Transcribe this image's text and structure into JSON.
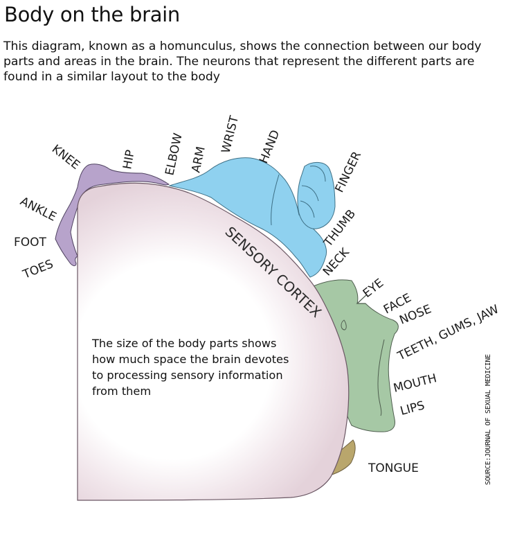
{
  "title": "Body on the brain",
  "subtitle": "This diagram, known as a homunculus, shows the connection between our body parts and areas in the brain. The neurons that represent the different parts are found in a similar layout to the body",
  "note": "The size of the body parts shows how much space the brain devotes to processing sensory information from them",
  "source": "SOURCE:JOURNAL OF SEXUAL MEDICINE",
  "cortex_label": "SENSORY CORTEX",
  "labels": {
    "knee": "KNEE",
    "hip": "HIP",
    "elbow": "ELBOW",
    "arm": "ARM",
    "wrist": "WRIST",
    "hand": "HAND",
    "finger": "FINGER",
    "ankle": "ANKLE",
    "foot": "FOOT",
    "toes": "TOES",
    "thumb": "THUMB",
    "neck": "NECK",
    "eye": "EYE",
    "face": "FACE",
    "nose": "NOSE",
    "teeth": "TEETH, GUMS, JAW",
    "mouth": "MOUTH",
    "lips": "LIPS",
    "tongue": "TONGUE"
  },
  "colors": {
    "cortex": "#e4d2da",
    "leg": "#b7a3cb",
    "arm_hand": "#8fd1ef",
    "face": "#a6c8a5",
    "tongue": "#b9a66c",
    "outline": "#5a4d5a"
  }
}
